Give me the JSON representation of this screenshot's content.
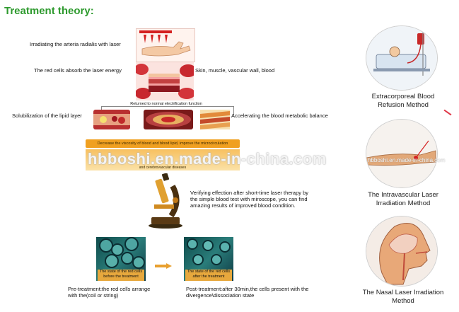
{
  "title": "Treatment theory:",
  "steps": {
    "irradiating": "Irradiating the arteria radialis with laser",
    "absorb": "The red cells absorb the laser energy",
    "tissue": "Skin, muscle, vascular wall, blood",
    "returned": "Returned to normal electrification function",
    "solubilization": "Solubilization of the lipid layer",
    "accelerating": "Accelerating the blood metabolic balance",
    "decrease": "Decrease the viscosity of blood and blood lipid, improve the microcirculation",
    "cerebrovascular": "and cerebrovascular diseases",
    "verifying": "Verifying effection after short-time laser therapy by the simple blood test with miroscope, you can find amazing results of improved blood condition."
  },
  "watermark": "hbboshi.en.made-in-china.com",
  "watermark_small": "hbboshi.en.made-in-china.com",
  "comparison": {
    "before_caption": "The state of the red cells before the treatment",
    "after_caption": "The state of the red cells after the treatment",
    "pre_text": "Pre-treatment:the red cells arrange with the(coil or string)",
    "post_text": "Post-treatment:after 30min,the cells present with the divergence\\dissociation state"
  },
  "methods": [
    {
      "label": "Extracorporeal Blood Refusion Method"
    },
    {
      "label": "The Intravascular Laser Irradiation Method"
    },
    {
      "label": "The Nasal Laser Irradiation Method"
    }
  ],
  "colors": {
    "title": "#2e9a2e",
    "bar": "#f0a020",
    "blood": "#c0202a"
  }
}
